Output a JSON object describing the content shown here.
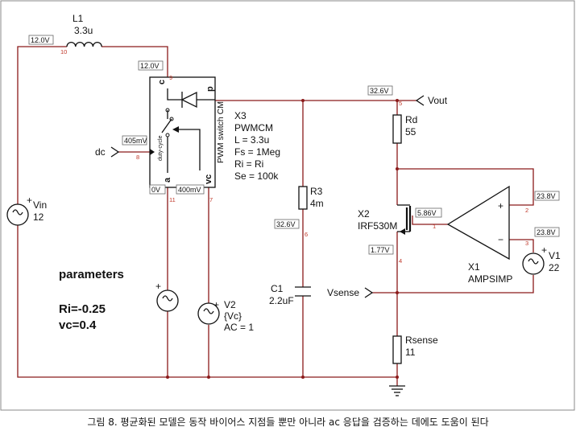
{
  "components": {
    "L1": {
      "name": "L1",
      "value": "3.3u"
    },
    "Vin": {
      "name": "Vin",
      "value": "12"
    },
    "X3": {
      "name": "X3",
      "model": "PWMCM",
      "params": [
        "L = 3.3u",
        "Fs = 1Meg",
        "Ri = Ri",
        "Se = 100k"
      ],
      "body_label": "PWM switch CM",
      "pin_c": "c",
      "pin_p": "p",
      "pin_a": "a",
      "pin_vc": "vc",
      "duty_label": "duty-cycle"
    },
    "Rd": {
      "name": "Rd",
      "value": "55"
    },
    "R3": {
      "name": "R3",
      "value": "4m"
    },
    "C1": {
      "name": "C1",
      "value": "2.2uF"
    },
    "X2": {
      "name": "X2",
      "value": "IRF530M"
    },
    "X1": {
      "name": "X1",
      "value": "AMPSIMP",
      "plus": "+",
      "minus": "−"
    },
    "V1": {
      "name": "V1",
      "value": "22"
    },
    "V2": {
      "name": "V2",
      "value": "{Vc}",
      "ac": "AC = 1"
    },
    "Rsense": {
      "name": "Rsense",
      "value": "11"
    },
    "dc_source_plus": "+"
  },
  "ports": {
    "vout": "Vout",
    "dc": "dc",
    "vsense": "Vsense"
  },
  "voltages": {
    "v_in_top": "12.0V",
    "v_c_node": "12.0V",
    "v_dc": "405mV",
    "v_a": "0V",
    "v_vc": "400mV",
    "v_out": "32.6V",
    "v_c1": "32.6V",
    "v_gate": "5.86V",
    "v_src": "1.77V",
    "v_plus": "23.8V",
    "v_minus": "23.8V"
  },
  "nodes": {
    "n10": "10",
    "n9": "9",
    "n8": "8",
    "n11": "11",
    "n7": "7",
    "n5": "5",
    "n6": "6",
    "n1": "1",
    "n2": "2",
    "n3": "3",
    "n4": "4"
  },
  "parameters": {
    "title": "parameters",
    "ri": "Ri=-0.25",
    "vc": "vc=0.4"
  },
  "caption": "그림 8. 평균화된 모델은 동작 바이어스 지점들 뿐만 아니라 ac 응답을 검증하는 데에도 도움이 된다"
}
